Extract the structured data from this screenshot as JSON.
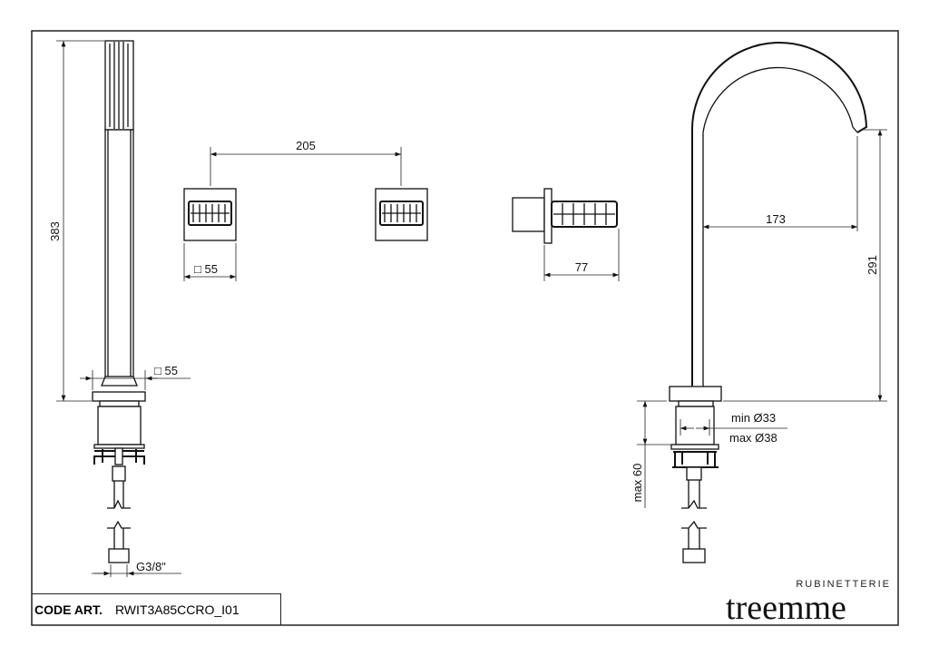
{
  "dimensions": {
    "height_shower": "383",
    "spacing": "205",
    "square_handle": "□ 55",
    "square_body": "□ 55",
    "handle_depth": "77",
    "spout_reach": "173",
    "spout_height": "291",
    "hole_min": "min Ø33",
    "hole_max": "max Ø38",
    "deck_max": "max 60",
    "connection": "G3/8\""
  },
  "footer": {
    "code_label": "CODE ART.",
    "code_value": "RWIT3A85CCRO_I01"
  },
  "logo": {
    "subtitle": "RUBINETTERIE",
    "brand": "treemme"
  }
}
